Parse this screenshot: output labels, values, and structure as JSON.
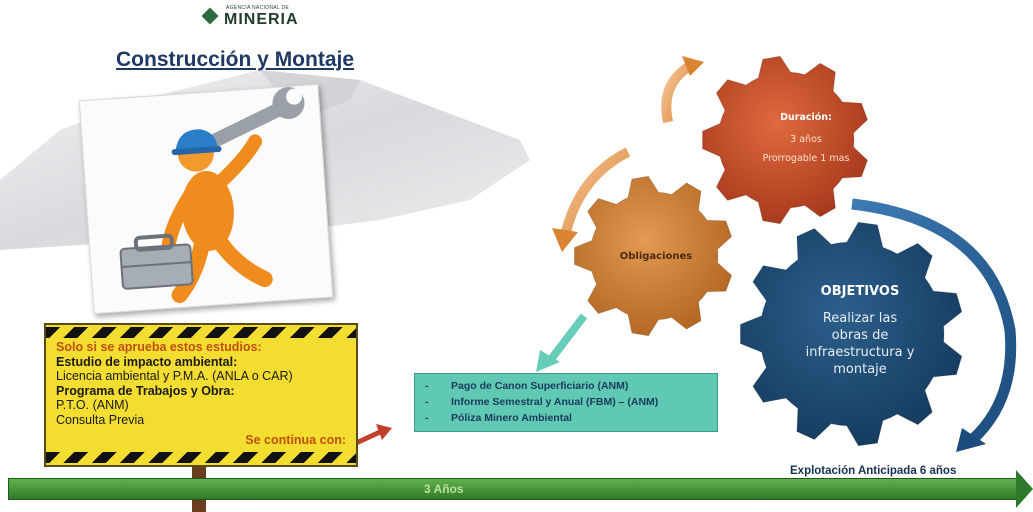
{
  "logo": {
    "agency_small": "AGENCIA NACIONAL DE",
    "agency_name": "MINERIA"
  },
  "title": "Construcción y Montaje",
  "sign": {
    "lines": [
      {
        "text": "Solo si se aprueba estos estudios:",
        "style": "orange"
      },
      {
        "text": "Estudio de impacto ambiental:",
        "style": "bold"
      },
      {
        "text": "Licencia ambiental y P.M.A. (ANLA o CAR)",
        "style": "normal"
      },
      {
        "text": "Programa de Trabajos y Obra:",
        "style": "bold"
      },
      {
        "text": "P.T.O. (ANM)",
        "style": "normal"
      },
      {
        "text": "Consulta Previa",
        "style": "normal"
      }
    ],
    "continue": "Se continua con:"
  },
  "gears": {
    "duracion": {
      "title": "Duración:",
      "line1": "3 años",
      "line2": "Prorrogable 1 mas",
      "color": "#c0502a"
    },
    "obligaciones": {
      "label": "Obligaciones",
      "color": "#c97a36"
    },
    "objetivos": {
      "title": "OBJETIVOS",
      "lines": [
        "Realizar las",
        "obras de",
        "infraestructura y",
        "montaje"
      ],
      "color": "#1f4a70"
    }
  },
  "obligations_list": [
    {
      "dash": "-",
      "text": "Pago de Canon Superficiario (ANM)"
    },
    {
      "dash": "-",
      "text": "Informe Semestral y Anual (FBM) – (ANM)"
    },
    {
      "dash": "-",
      "text": "Póliza Minero Ambiental"
    }
  ],
  "timeline": {
    "label": "3 Años",
    "note": "Explotación Anticipada 6 años"
  }
}
